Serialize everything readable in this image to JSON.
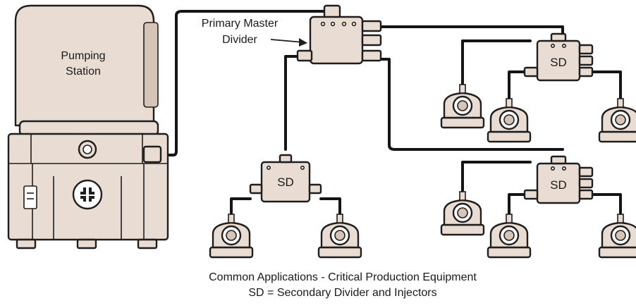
{
  "pumping_station": {
    "label_line1": "Pumping",
    "label_line2": "Station"
  },
  "primary_divider": {
    "label_line1": "Primary Master",
    "label_line2": "Divider"
  },
  "secondary_divider_label": "SD",
  "caption": {
    "line1": "Common Applications - Critical Production Equipment",
    "line2": "SD = Secondary Divider and Injectors"
  },
  "colors": {
    "component_fill": "#e9dcd2",
    "component_shade": "#d6c4b6",
    "pipe": "#151515",
    "outline": "#1e1e1e"
  }
}
